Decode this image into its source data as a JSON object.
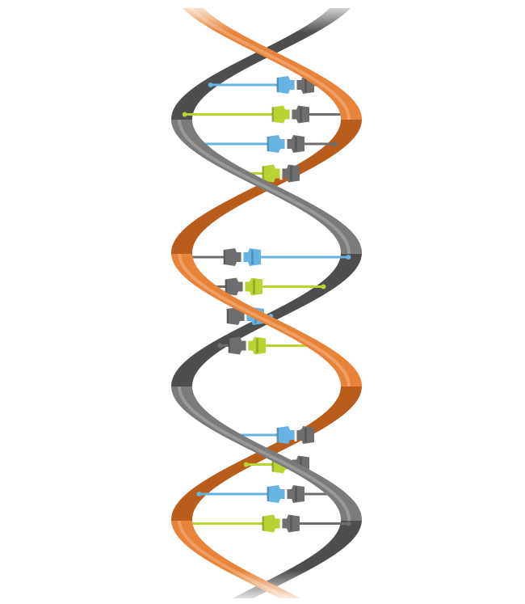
{
  "diagram": {
    "colors": {
      "strand_orange": "#e8843a",
      "strand_orange_dark": "#b85d1c",
      "strand_gray": "#7b7b7b",
      "strand_gray_dark": "#4e4e4e",
      "base_blue": "#67b3e3",
      "base_green": "#b8d433",
      "base_gray": "#6e6e6e",
      "background": "#ffffff"
    },
    "turns": [
      {
        "pairs": [
          {
            "left": "blue",
            "right": "gray"
          },
          {
            "left": "green",
            "right": "gray"
          },
          {
            "left": "blue",
            "right": "gray"
          },
          {
            "left": "green",
            "right": "gray"
          }
        ]
      },
      {
        "pairs": [
          {
            "left": "gray",
            "right": "blue"
          },
          {
            "left": "gray",
            "right": "green"
          },
          {
            "left": "gray",
            "right": "blue"
          },
          {
            "left": "gray",
            "right": "green"
          }
        ]
      },
      {
        "pairs": [
          {
            "left": "blue",
            "right": "gray"
          },
          {
            "left": "green",
            "right": "gray"
          },
          {
            "left": "blue",
            "right": "gray"
          },
          {
            "left": "green",
            "right": "gray"
          }
        ]
      }
    ]
  }
}
